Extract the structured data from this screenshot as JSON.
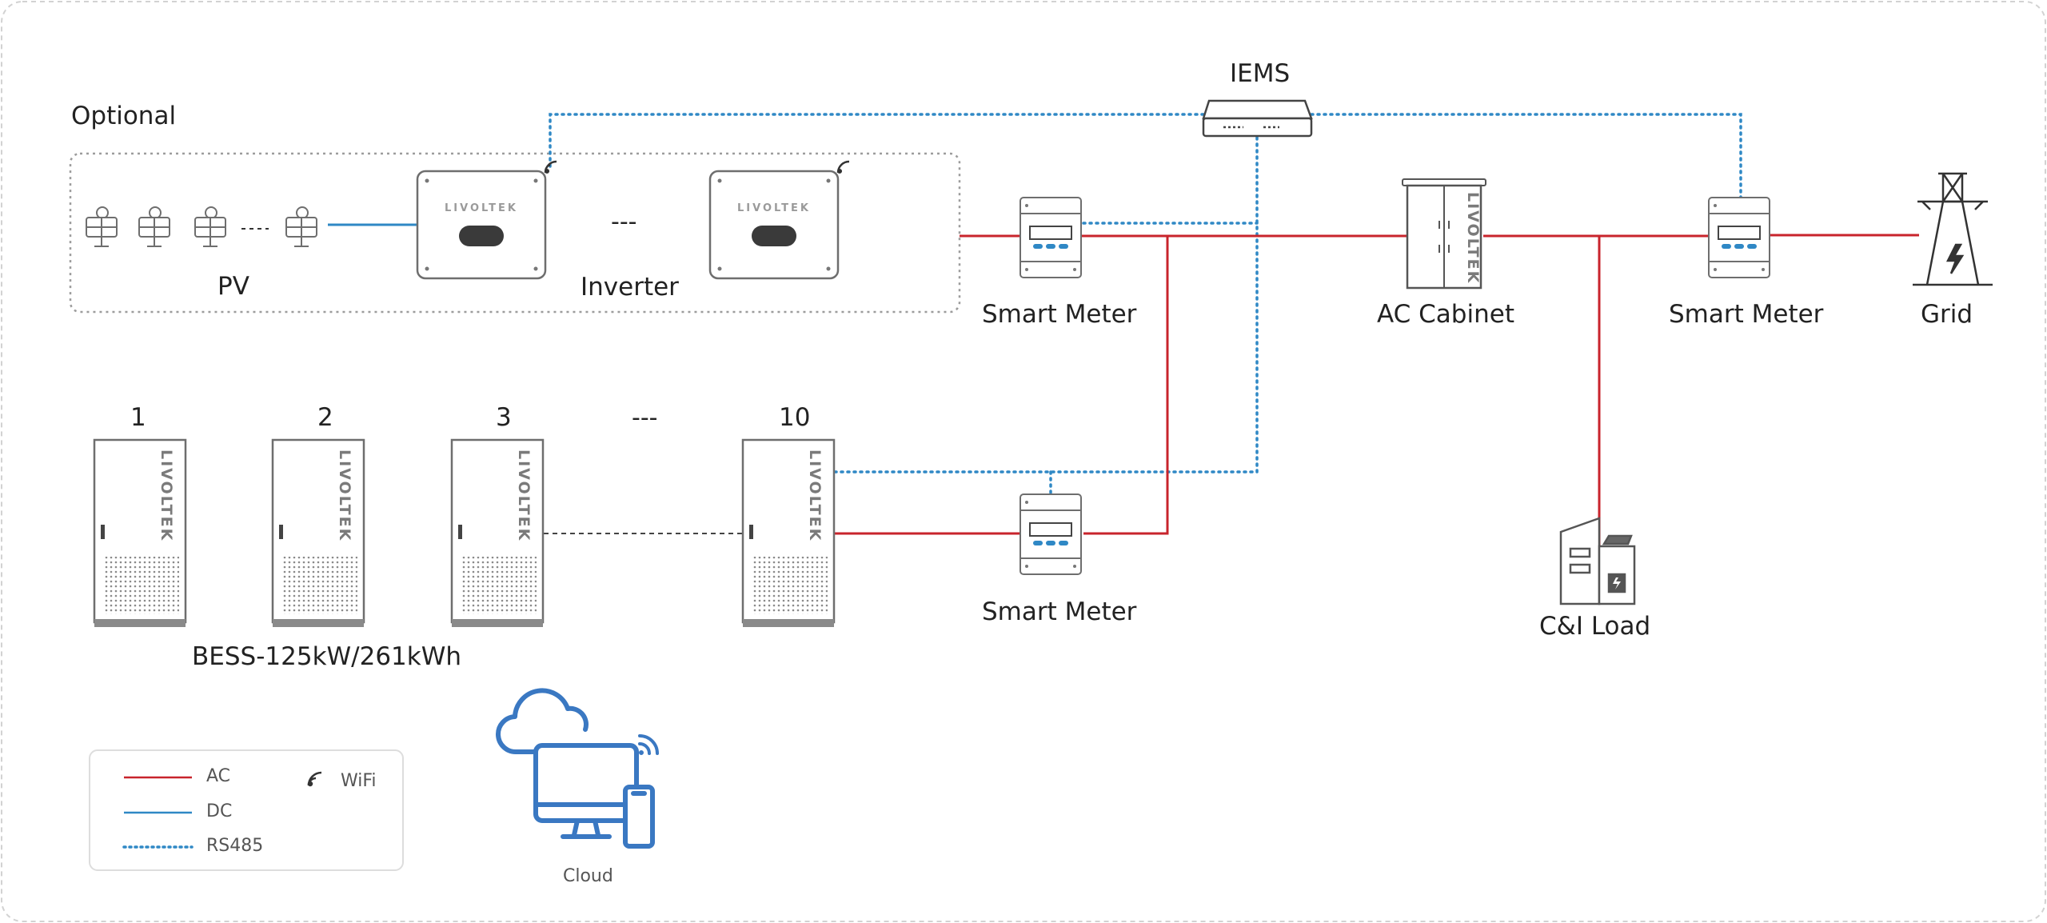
{
  "labels": {
    "optional": "Optional",
    "pv": "PV",
    "inverter": "Inverter",
    "inverter_ellipsis": "---",
    "iems": "IEMS",
    "smart_meter_pv": "Smart Meter",
    "ac_cabinet": "AC Cabinet",
    "smart_meter_grid": "Smart Meter",
    "grid": "Grid",
    "smart_meter_bess": "Smart Meter",
    "ci_load": "C&I Load",
    "bess": "BESS-125kW/261kWh",
    "bess_ellipsis": "---",
    "cloud": "Cloud"
  },
  "bess_units": [
    "1",
    "2",
    "3",
    "10"
  ],
  "brand": {
    "inverter_1": "LIVOLTEK",
    "inverter_2": "LIVOLTEK",
    "ac_cabinet": "LIVOLTEK",
    "bess_1": "LIVOLTEK",
    "bess_2": "LIVOLTEK",
    "bess_3": "LIVOLTEK",
    "bess_10": "LIVOLTEK"
  },
  "legend": {
    "ac": "AC",
    "dc": "DC",
    "rs485": "RS485",
    "wifi": "WiFi"
  },
  "colors": {
    "ac": "#c8242c",
    "dc": "#2f88c5",
    "rs485": "#2f88c5",
    "device_gray": "#6e6e6e",
    "cloud_blue": "#3a78c2"
  }
}
